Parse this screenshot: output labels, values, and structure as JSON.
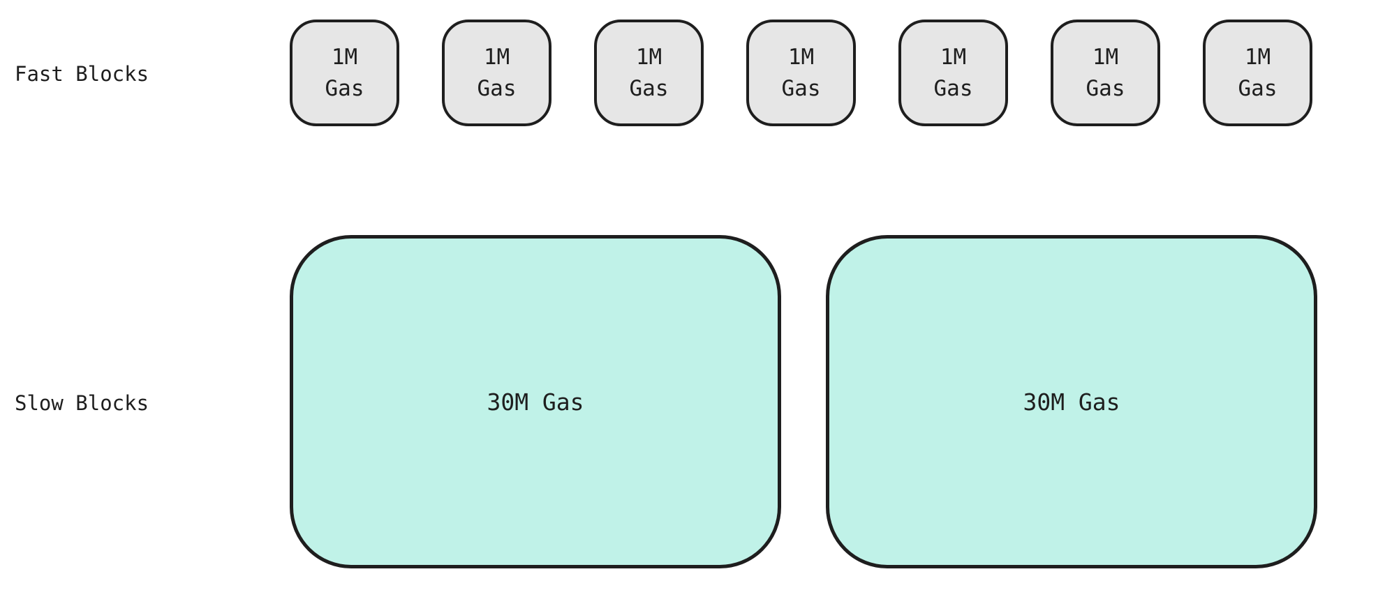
{
  "diagram": {
    "fast_row": {
      "label": "Fast Blocks",
      "blocks": [
        {
          "lines": [
            "1M",
            "Gas"
          ]
        },
        {
          "lines": [
            "1M",
            "Gas"
          ]
        },
        {
          "lines": [
            "1M",
            "Gas"
          ]
        },
        {
          "lines": [
            "1M",
            "Gas"
          ]
        },
        {
          "lines": [
            "1M",
            "Gas"
          ]
        },
        {
          "lines": [
            "1M",
            "Gas"
          ]
        },
        {
          "lines": [
            "1M",
            "Gas"
          ]
        }
      ]
    },
    "slow_row": {
      "label": "Slow Blocks",
      "blocks": [
        {
          "lines": [
            "30M Gas"
          ]
        },
        {
          "lines": [
            "30M Gas"
          ]
        }
      ]
    }
  },
  "colors": {
    "background": "#ffffff",
    "stroke": "#1e1e1e",
    "text": "#1e1e1e",
    "fast_block_fill": "#e6e6e6",
    "slow_block_fill": "#c0f2e8"
  }
}
